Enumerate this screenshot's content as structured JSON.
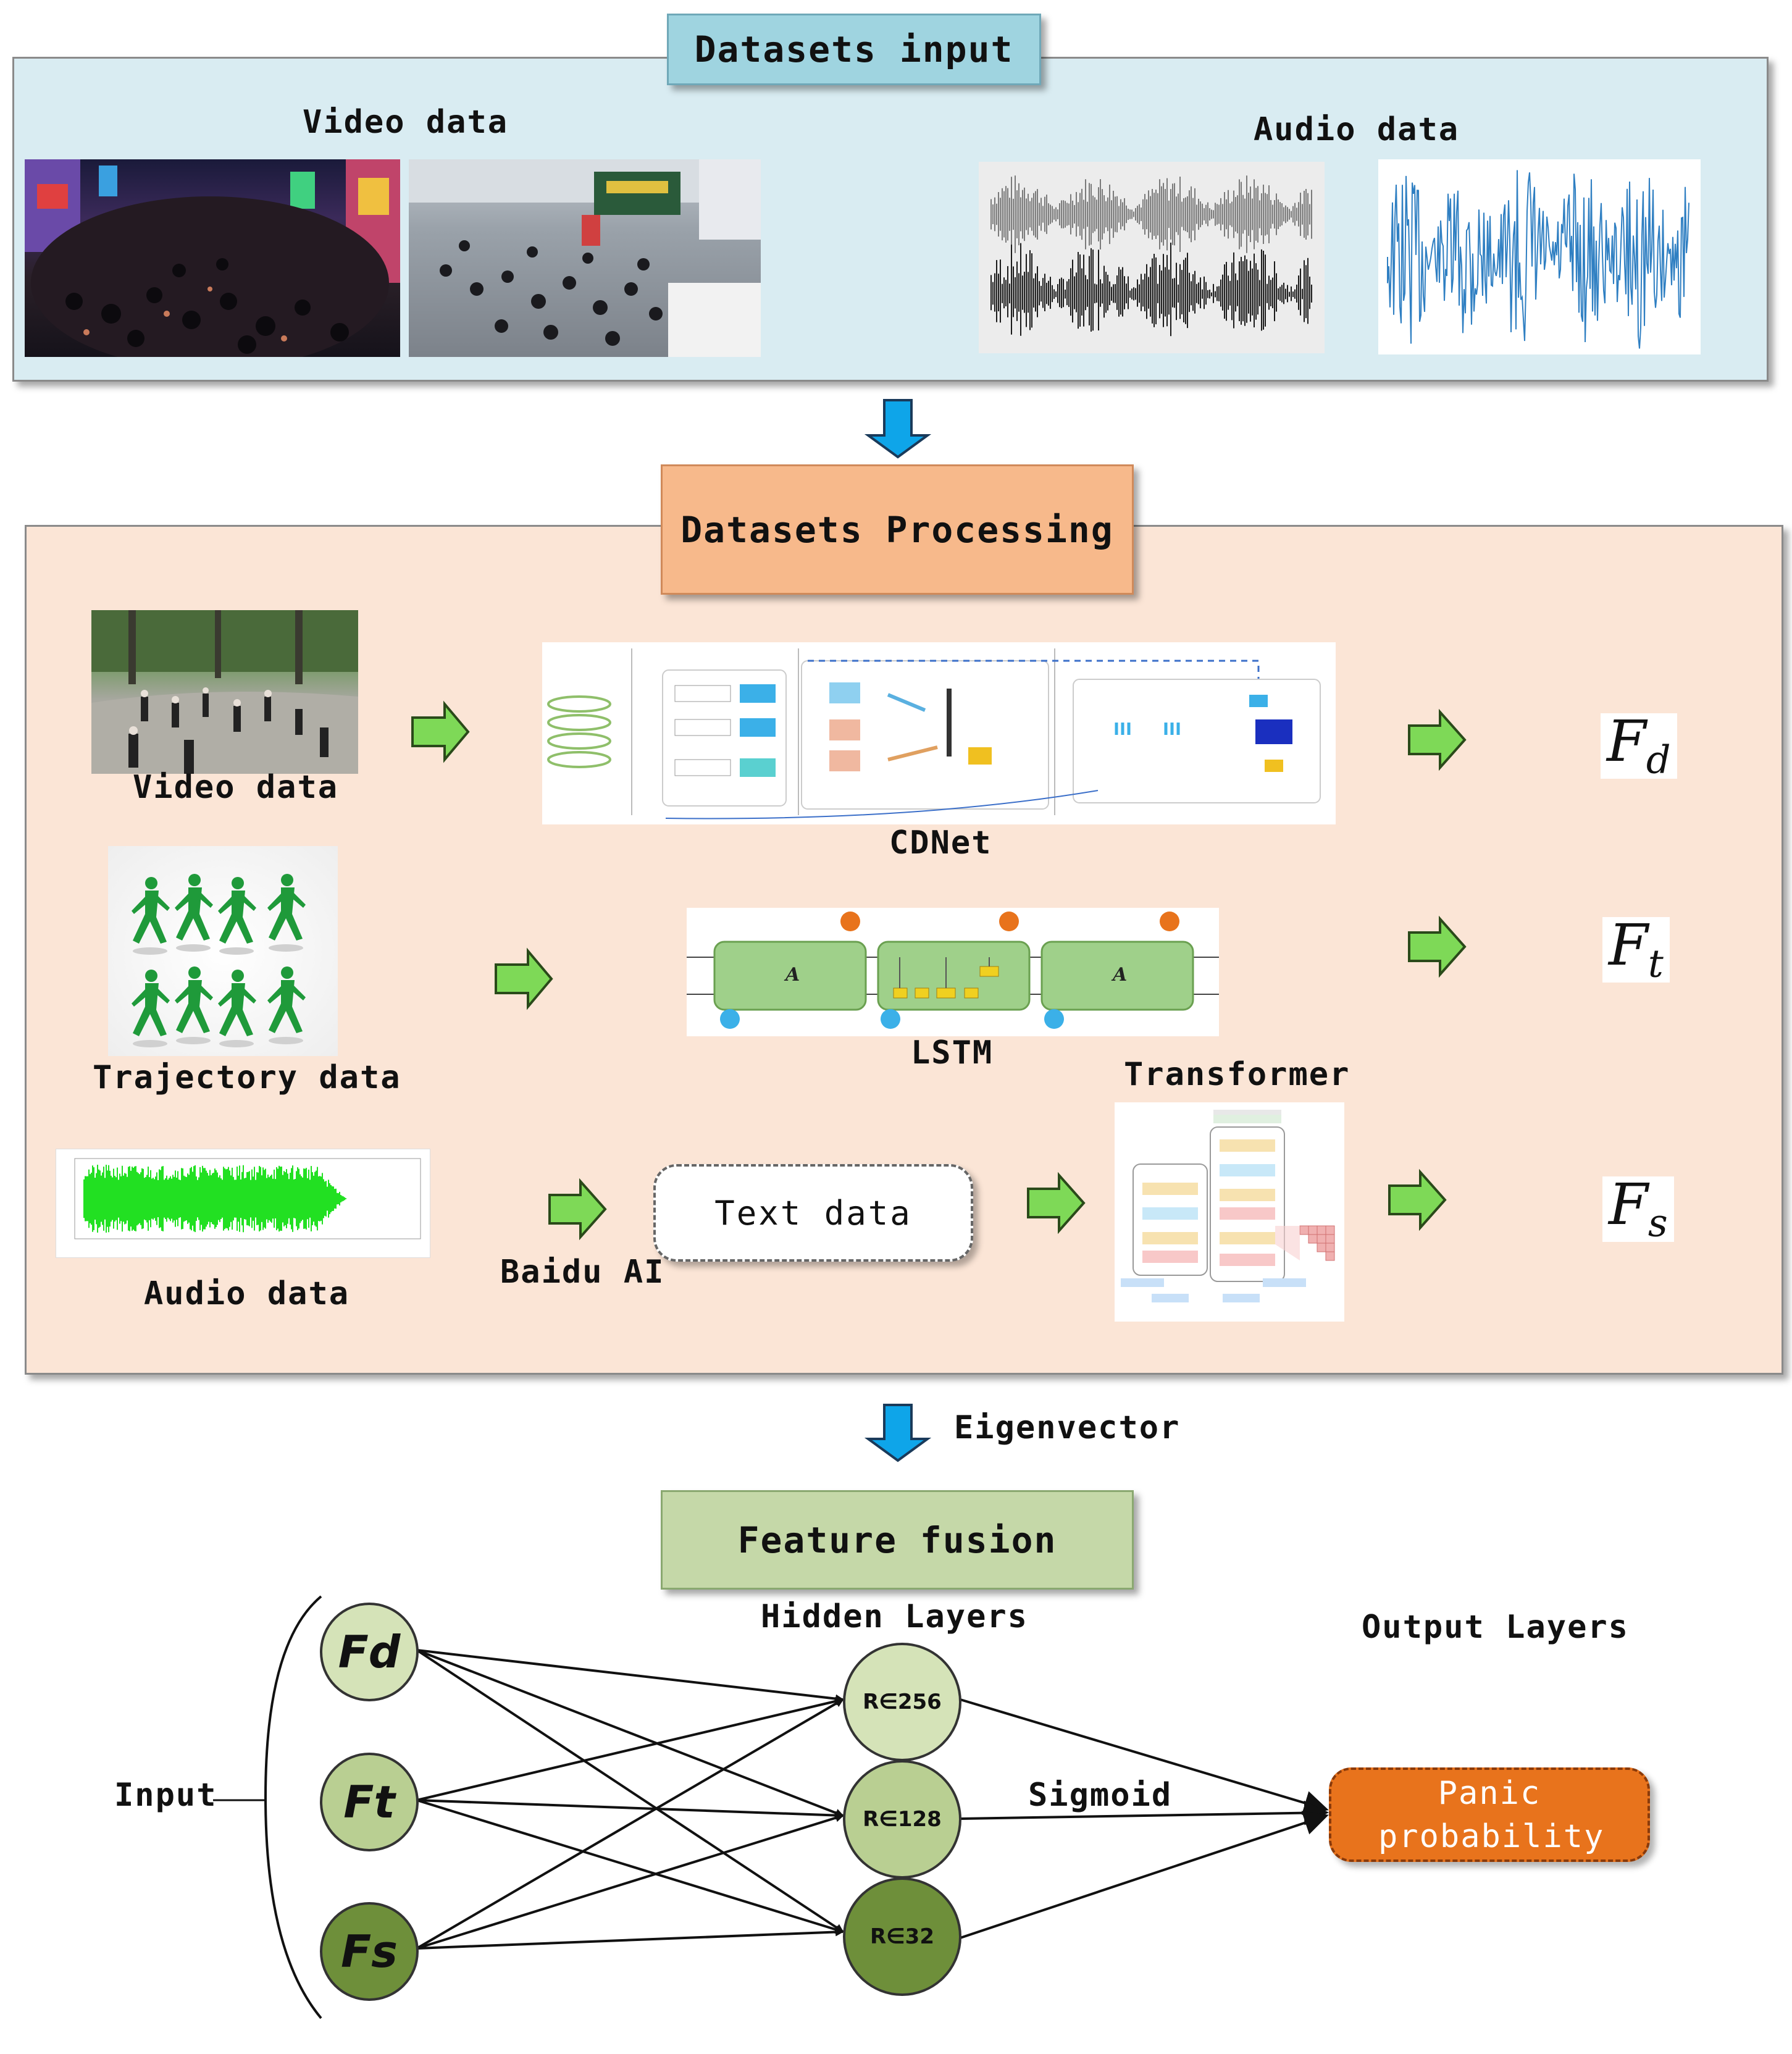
{
  "input_section": {
    "title": "Datasets input",
    "video_label": "Video data",
    "audio_label": "Audio data"
  },
  "processing_section": {
    "title": "Datasets Processing",
    "video_label": "Video data",
    "trajectory_label": "Trajectory data",
    "audio_label": "Audio data",
    "cdnet_label": "CDNet",
    "lstm_label": "LSTM",
    "lstm_cell_label": "A",
    "transformer_label": "Transformer",
    "baidu_label": "Baidu AI",
    "text_box": "Text data",
    "outputs": [
      {
        "base": "F",
        "sub": "d"
      },
      {
        "base": "F",
        "sub": "t"
      },
      {
        "base": "F",
        "sub": "s"
      }
    ]
  },
  "transition_label": "Eigenvector",
  "fusion_section": {
    "title": "Feature fusion",
    "hidden_label": "Hidden Layers",
    "output_label": "Output Layers",
    "input_label": "Input",
    "sigmoid_label": "Sigmoid",
    "input_nodes": [
      "Fd",
      "Ft",
      "Fs"
    ],
    "hidden_nodes": [
      "R∈256",
      "R∈128",
      "R∈32"
    ],
    "output_box": "Panic probability"
  },
  "colors": {
    "input_panel": "#d9ecf2",
    "input_title": "#9fd4e0",
    "processing_panel": "#fbe5d6",
    "processing_title": "#f7b98b",
    "fusion_panel": "#e3ebd8",
    "fusion_title": "#c5d8a8",
    "arrow_green": "#7ed957",
    "arrow_blue": "#0ea5e9",
    "panic": "#e8731c",
    "node_light": "#d5e3b8",
    "node_mid": "#a6c07a",
    "node_dark": "#6e8f3a"
  }
}
